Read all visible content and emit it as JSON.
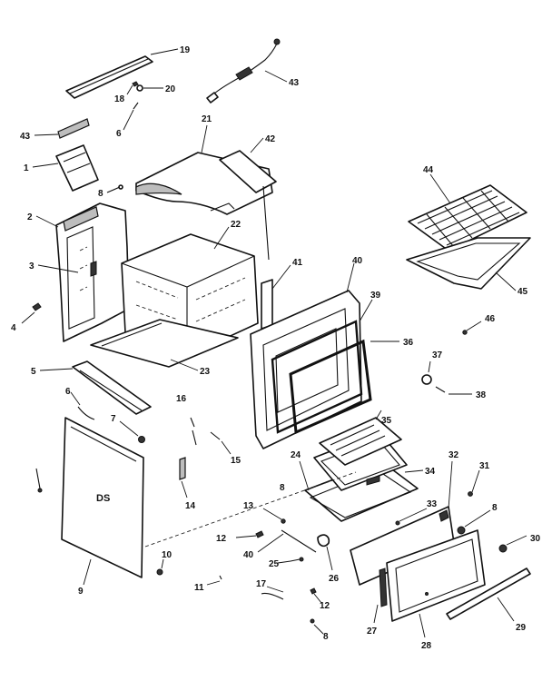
{
  "labels": [
    {
      "id": "19",
      "text": "19"
    },
    {
      "id": "18",
      "text": "18"
    },
    {
      "id": "20",
      "text": "20"
    },
    {
      "id": "43a",
      "text": "43"
    },
    {
      "id": "43b",
      "text": "43"
    },
    {
      "id": "6a",
      "text": "6"
    },
    {
      "id": "21",
      "text": "21"
    },
    {
      "id": "42",
      "text": "42"
    },
    {
      "id": "1",
      "text": "1"
    },
    {
      "id": "8a",
      "text": "8"
    },
    {
      "id": "2",
      "text": "2"
    },
    {
      "id": "22",
      "text": "22"
    },
    {
      "id": "3",
      "text": "3"
    },
    {
      "id": "44",
      "text": "44"
    },
    {
      "id": "45",
      "text": "45"
    },
    {
      "id": "41",
      "text": "41"
    },
    {
      "id": "40a",
      "text": "40"
    },
    {
      "id": "39",
      "text": "39"
    },
    {
      "id": "46",
      "text": "46"
    },
    {
      "id": "4",
      "text": "4"
    },
    {
      "id": "36",
      "text": "36"
    },
    {
      "id": "37",
      "text": "37"
    },
    {
      "id": "38",
      "text": "38"
    },
    {
      "id": "5",
      "text": "5"
    },
    {
      "id": "23",
      "text": "23"
    },
    {
      "id": "6b",
      "text": "6"
    },
    {
      "id": "16",
      "text": "16"
    },
    {
      "id": "7",
      "text": "7"
    },
    {
      "id": "15",
      "text": "15"
    },
    {
      "id": "35",
      "text": "35"
    },
    {
      "id": "14",
      "text": "14"
    },
    {
      "id": "24",
      "text": "24"
    },
    {
      "id": "34",
      "text": "34"
    },
    {
      "id": "32",
      "text": "32"
    },
    {
      "id": "31",
      "text": "31"
    },
    {
      "id": "8b",
      "text": "8"
    },
    {
      "id": "8c",
      "text": "8"
    },
    {
      "id": "33",
      "text": "33"
    },
    {
      "id": "13",
      "text": "13"
    },
    {
      "id": "12a",
      "text": "12"
    },
    {
      "id": "40b",
      "text": "40"
    },
    {
      "id": "25",
      "text": "25"
    },
    {
      "id": "26",
      "text": "26"
    },
    {
      "id": "30",
      "text": "30"
    },
    {
      "id": "9",
      "text": "9"
    },
    {
      "id": "10",
      "text": "10"
    },
    {
      "id": "11",
      "text": "11"
    },
    {
      "id": "17",
      "text": "17"
    },
    {
      "id": "12b",
      "text": "12"
    },
    {
      "id": "8d",
      "text": "8"
    },
    {
      "id": "27",
      "text": "27"
    },
    {
      "id": "28",
      "text": "28"
    },
    {
      "id": "29",
      "text": "29"
    }
  ],
  "panel_mark": "DS"
}
